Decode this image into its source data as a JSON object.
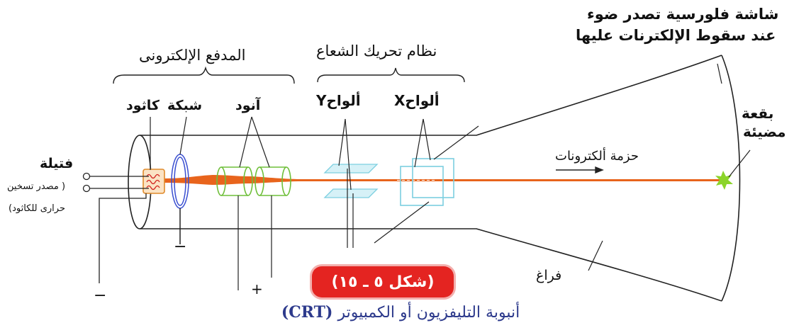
{
  "labels": {
    "screen_line1": "شاشة فلورسية تصدر ضوء",
    "screen_line2": "عند سقوط الإلكترنات عليها",
    "electron_gun": "المدفع الإلكترونى",
    "deflection_system": "نظام تحريك الشعاع",
    "cathode": "كاثود",
    "grid": "شبكة",
    "anode": "آنود",
    "y_plates": "ألواحY",
    "x_plates": "ألواحX",
    "bright_spot_line1": "بقعة",
    "bright_spot_line2": "مضيئة",
    "filament": "فتيلة",
    "heater_line1": "( مصدر تسخين",
    "heater_line2": "حرارى للكاثود)",
    "electron_beam": "حزمة ألكترونات",
    "vacuum": "فراغ",
    "minus_grid": "−",
    "minus_cathode": "−",
    "plus_anode": "+"
  },
  "figure_badge": "(شكل ٥ ـ ١٥)",
  "caption": {
    "text": "أنبوبة التليفزيون أو الكمبيوتر",
    "abbr": "(CRT)"
  },
  "colors": {
    "beam": "#e8641c",
    "grid": "#3a4fd1",
    "anode": "#6fbf3a",
    "plates": "#7ccfe0",
    "badge": "#e42421",
    "caption": "#2d3a8c"
  }
}
